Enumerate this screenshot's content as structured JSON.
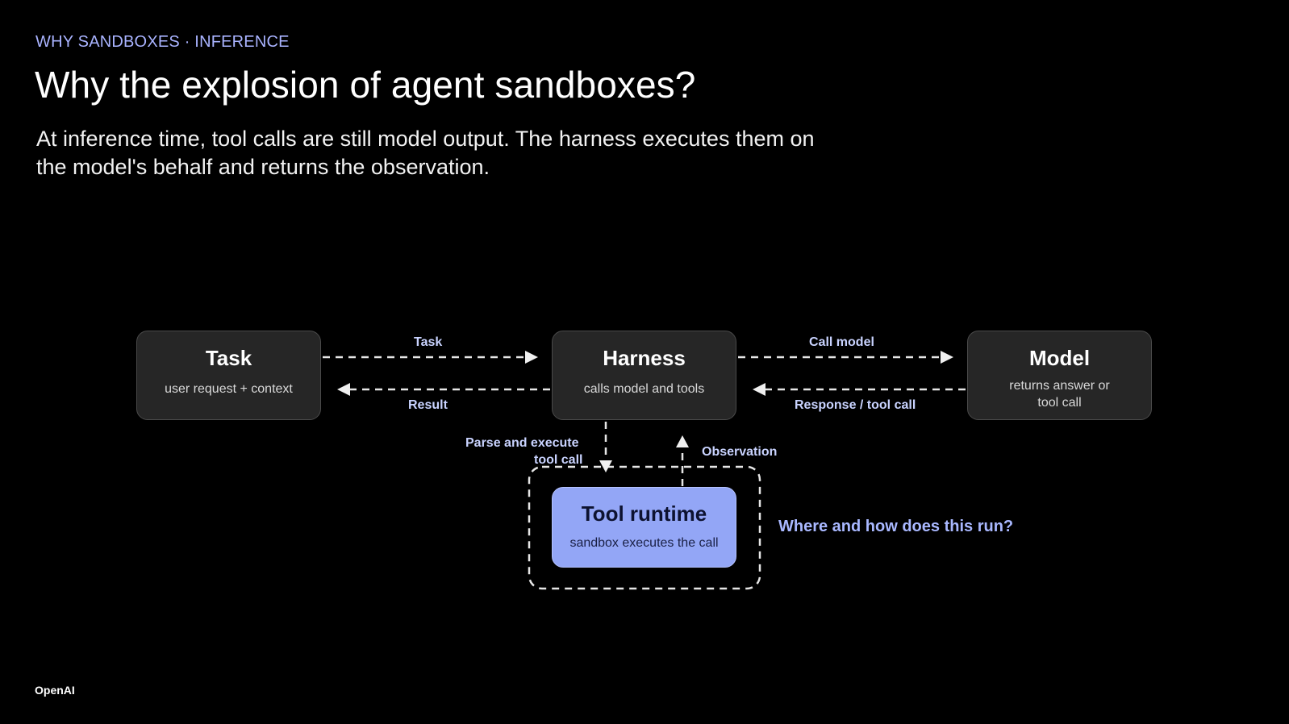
{
  "eyebrow": "WHY SANDBOXES · INFERENCE",
  "title": "Why the explosion of agent sandboxes?",
  "subtitle": "At inference time, tool calls are still model output. The harness executes them on the model's behalf and returns the observation.",
  "nodes": {
    "task": {
      "name": "Task",
      "desc": "user request + context"
    },
    "harness": {
      "name": "Harness",
      "desc": "calls model and tools"
    },
    "model": {
      "name": "Model",
      "desc": "returns answer or tool call"
    },
    "runtime": {
      "name": "Tool runtime",
      "desc": "sandbox executes the call"
    }
  },
  "edges": {
    "task_to_harness": "Task",
    "harness_to_task": "Result",
    "harness_to_model": "Call model",
    "model_to_harness": "Response / tool call",
    "harness_to_runtime_line1": "Parse and execute",
    "harness_to_runtime_line2": "tool call",
    "runtime_to_harness": "Observation"
  },
  "question": "Where and how does this run?",
  "brand": "OpenAI",
  "colors": {
    "accent": "#a9b3ff",
    "node_bg": "#262626",
    "runtime_bg": "#93a6f6",
    "edge": "#e6e6e6"
  }
}
